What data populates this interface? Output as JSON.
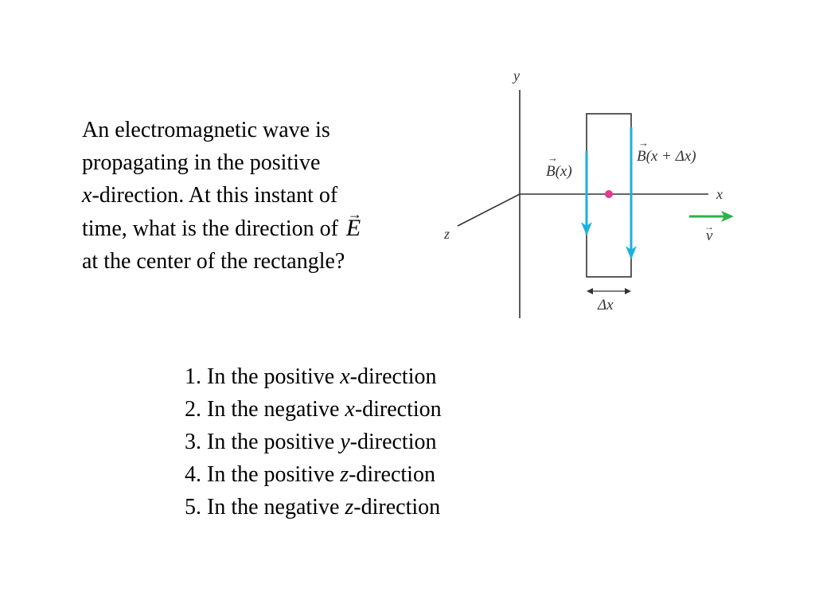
{
  "question": {
    "line1": "An electromagnetic wave is",
    "line2": "propagating in the positive",
    "line3_var": "x",
    "line3_rest": "-direction. At this instant of",
    "line4": "time, what is the direction of",
    "line4_vector": "E",
    "line5": "at the center of the rectangle?"
  },
  "diagram": {
    "axis_y": "y",
    "axis_x": "x",
    "axis_z": "z",
    "b_left_label": "B(x)",
    "b_right_label": "B(x + Δx)",
    "v_label": "v",
    "dx_label": "Δx",
    "colors": {
      "field_arrow": "#1ab0e0",
      "center_dot": "#e23a8c",
      "velocity_arrow": "#2bb24c",
      "lines": "#333333"
    }
  },
  "choices": [
    {
      "number": "1.",
      "pre": "In the positive",
      "var": "x",
      "post": "-direction"
    },
    {
      "number": "2.",
      "pre": "In the negative",
      "var": "x",
      "post": "-direction"
    },
    {
      "number": "3.",
      "pre": "In the positive",
      "var": "y",
      "post": "-direction"
    },
    {
      "number": "4.",
      "pre": "In the positive",
      "var": "z",
      "post": "-direction"
    },
    {
      "number": "5.",
      "pre": "In the negative",
      "var": "z",
      "post": "-direction"
    }
  ]
}
